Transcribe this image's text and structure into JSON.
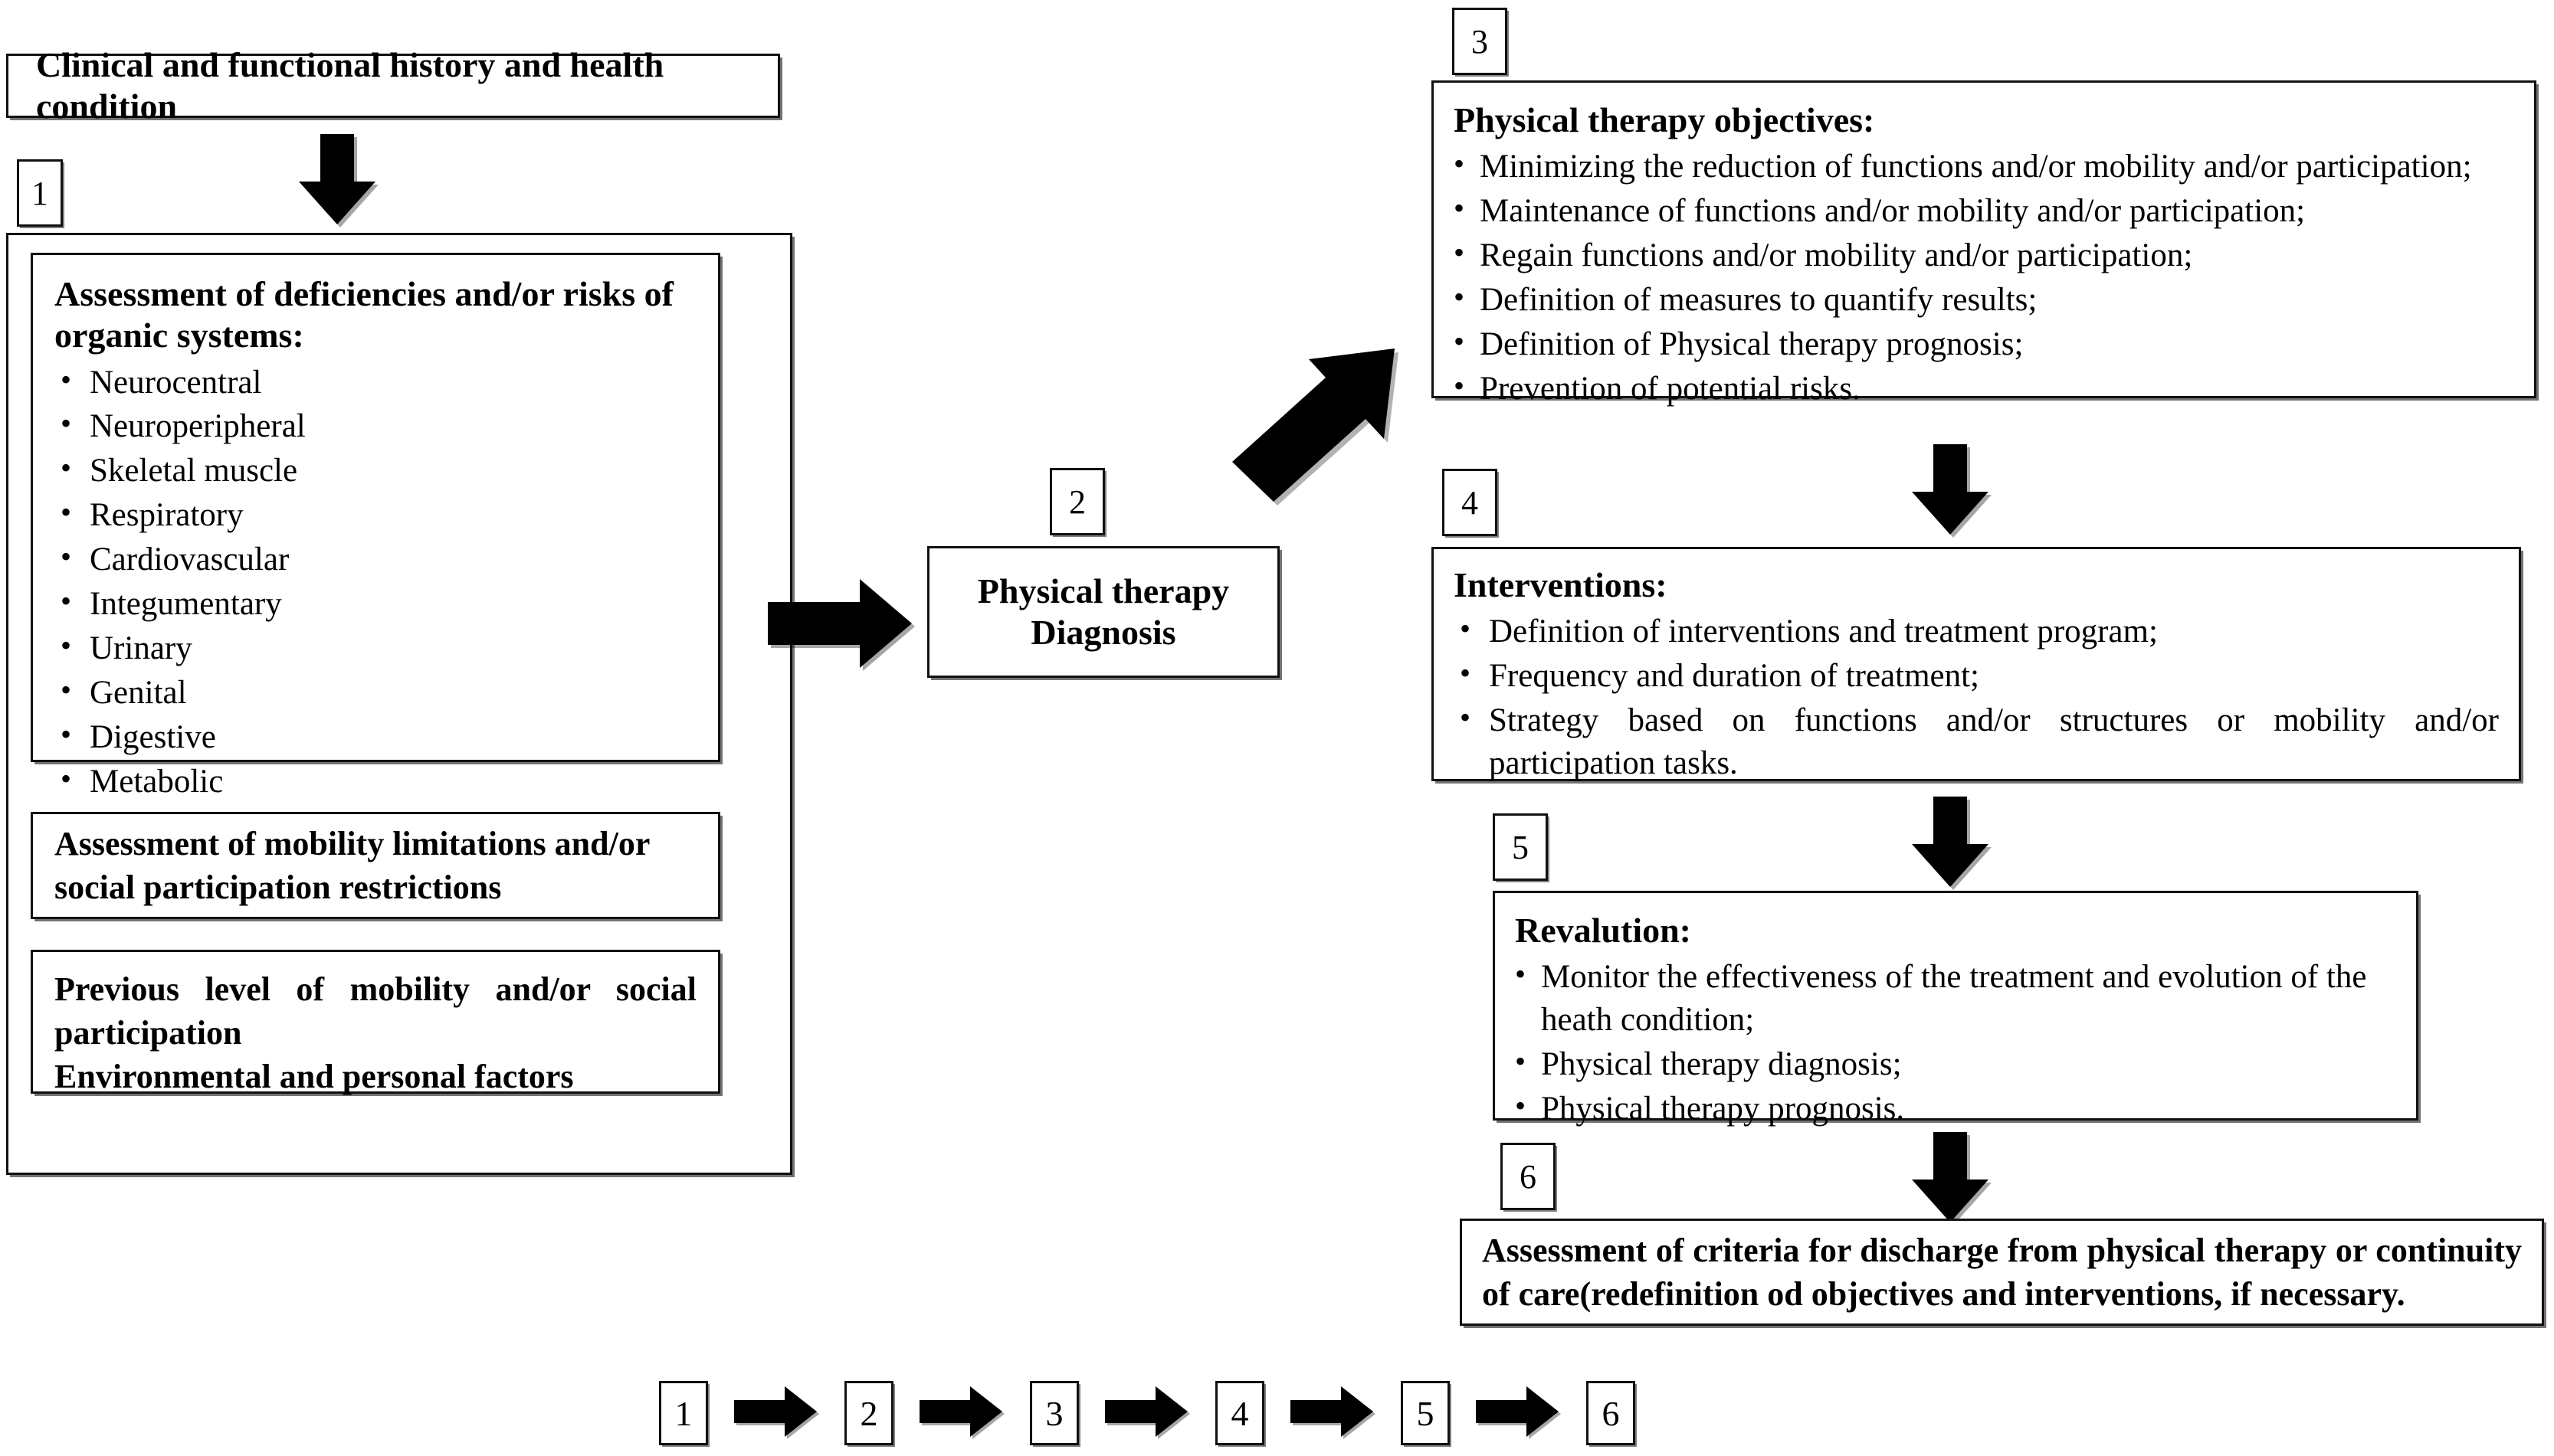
{
  "diagram": {
    "title_box": {
      "text": "Clinical and functional history and health condition"
    },
    "step1": {
      "tag": "1",
      "assessment_heading": "Assessment of deficiencies and/or risks of organic systems:",
      "systems": [
        "Neurocentral",
        "Neuroperipheral",
        "Skeletal muscle",
        "Respiratory",
        "Cardiovascular",
        "Integumentary",
        "Urinary",
        "Genital",
        "Digestive",
        "Metabolic"
      ],
      "mobility_box": "Assessment of mobility limitations and/or social participation restrictions",
      "previous_level_line1": "Previous level of mobility and/or social participation",
      "previous_level_line2": "Environmental and personal factors"
    },
    "step2": {
      "tag": "2",
      "line1": "Physical therapy",
      "line2": "Diagnosis"
    },
    "step3": {
      "tag": "3",
      "heading": "Physical therapy objectives:",
      "items": [
        "Minimizing the reduction of functions and/or mobility and/or participation;",
        "Maintenance of functions and/or mobility and/or participation;",
        "Regain functions and/or mobility and/or participation;",
        "Definition of measures to quantify results;",
        "Definition of Physical therapy prognosis;",
        "Prevention of potential risks."
      ]
    },
    "step4": {
      "tag": "4",
      "heading": "Interventions:",
      "items": [
        "Definition of interventions and treatment program;",
        "Frequency and duration of treatment;",
        "Strategy based on functions and/or structures or mobility and/or participation tasks."
      ]
    },
    "step5": {
      "tag": "5",
      "heading": "Revalution:",
      "items": [
        "Monitor the effectiveness of the treatment and evolution of the heath condition;",
        "Physical therapy diagnosis;",
        "Physical therapy prognosis."
      ]
    },
    "step6": {
      "tag": "6",
      "text": "Assessment of criteria for discharge from physical therapy or continuity of care(redefinition od objectives and interventions, if necessary."
    },
    "legend": {
      "steps": [
        "1",
        "2",
        "3",
        "4",
        "5",
        "6"
      ]
    },
    "colors": {
      "stroke": "#111111",
      "background": "#ffffff",
      "arrow_fill": "#000000"
    }
  }
}
